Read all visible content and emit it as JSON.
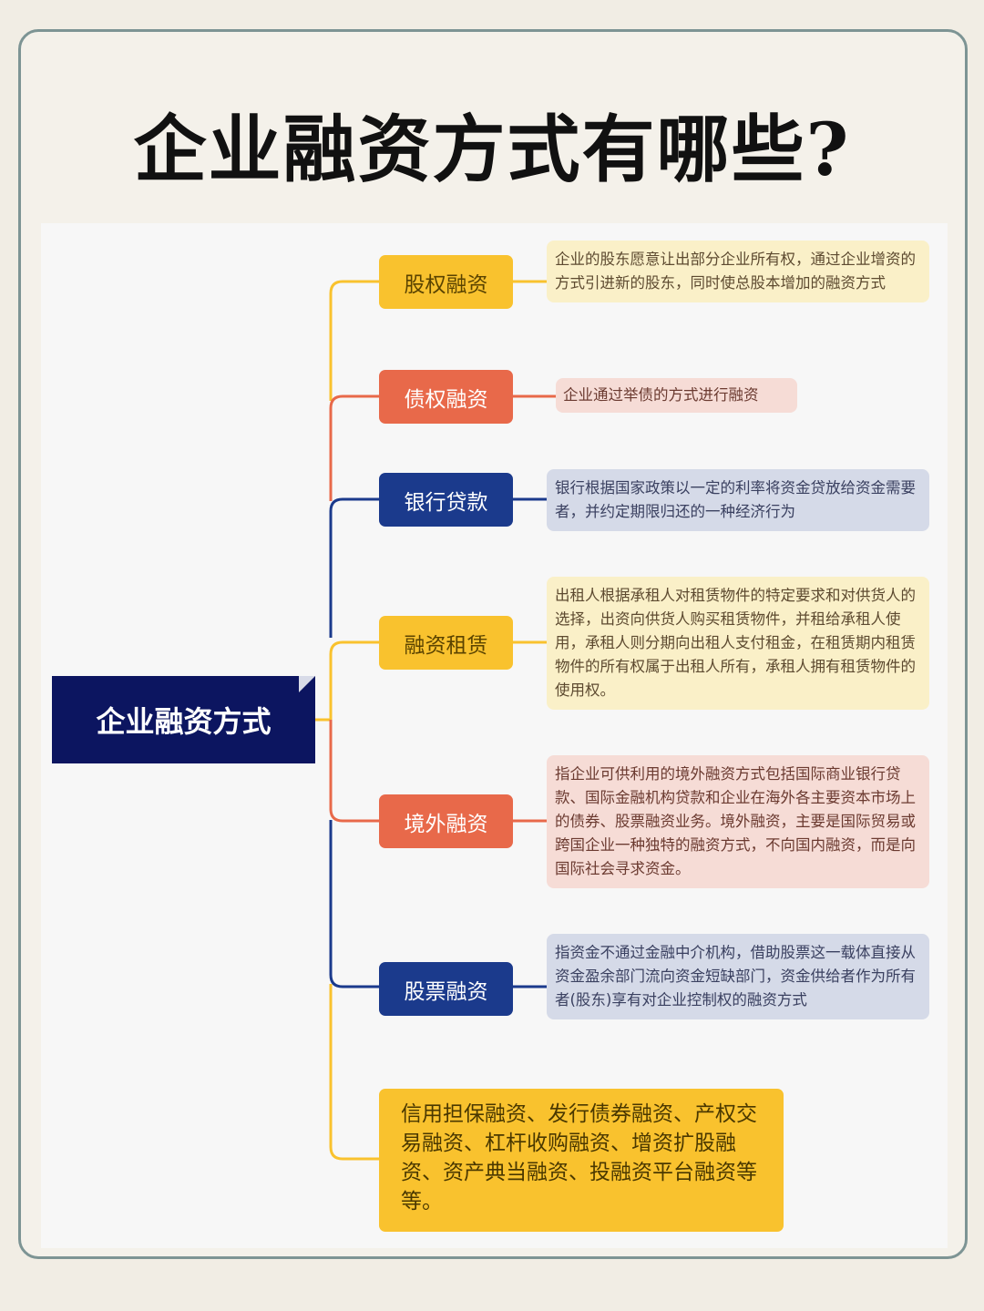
{
  "title": "企业融资方式有哪些?",
  "root": "企业融资方式",
  "colors": {
    "yellow": "#f9c22e",
    "red": "#e8694a",
    "navy": "#1b3a8c",
    "root": "#0c1560"
  },
  "branches": [
    {
      "label": "股权融资",
      "desc": "企业的股东愿意让出部分企业所有权，通过企业增资的方式引进新的股东，同时使总股本增加的融资方式"
    },
    {
      "label": "债权融资",
      "desc": "企业通过举债的方式进行融资"
    },
    {
      "label": "银行贷款",
      "desc": "银行根据国家政策以一定的利率将资金贷放给资金需要者，并约定期限归还的一种经济行为"
    },
    {
      "label": "融资租赁",
      "desc": "出租人根据承租人对租赁物件的特定要求和对供货人的选择，出资向供货人购买租赁物件，并租给承租人使用，承租人则分期向出租人支付租金，在租赁期内租赁物件的所有权属于出租人所有，承租人拥有租赁物件的使用权。"
    },
    {
      "label": "境外融资",
      "desc": "指企业可供利用的境外融资方式包括国际商业银行贷款、国际金融机构贷款和企业在海外各主要资本市场上的债券、股票融资业务。境外融资，主要是国际贸易或跨国企业一种独特的融资方式，不向国内融资，而是向国际社会寻求资金。"
    },
    {
      "label": "股票融资",
      "desc": "指资金不通过金融中介机构，借助股票这一载体直接从资金盈余部门流向资金短缺部门，资金供给者作为所有者(股东)享有对企业控制权的融资方式"
    }
  ],
  "other": "信用担保融资、发行债券融资、产权交易融资、杠杆收购融资、增资扩股融资、资产典当融资、投融资平台融资等等。"
}
